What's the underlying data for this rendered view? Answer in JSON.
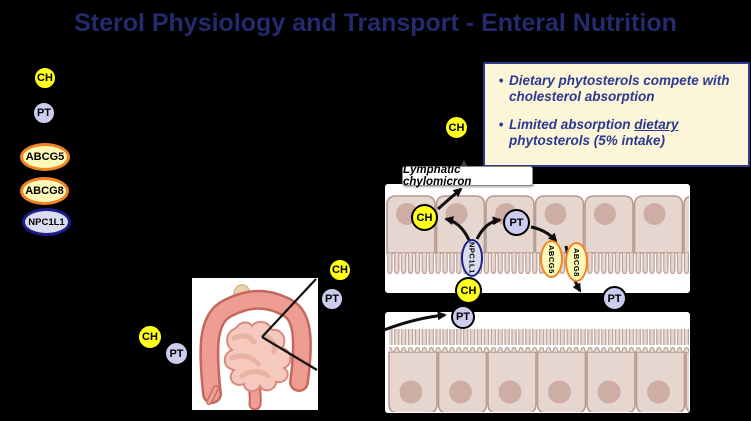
{
  "title": "Sterol Physiology and Transport - Enteral Nutrition",
  "molecules": {
    "ch": "CH",
    "pt": "PT",
    "abcg5": "ABCG5",
    "abcg8": "ABCG8",
    "npc1l1": "NPC1L1"
  },
  "info_box": {
    "bullet_glyph": "•",
    "bullet1": "Dietary phytosterols compete with cholesterol absorption",
    "bullet2_pre": "Limited absorption ",
    "bullet2_underline": "dietary",
    "bullet2_post": " phytosterols (5% intake)"
  },
  "annotation": {
    "lymphatic_chylomicron": "Lymphatic chylomicron"
  },
  "colors": {
    "background": "#000000",
    "title_navy": "#232a6d",
    "infobox_fill": "#fcf5d8",
    "infobox_navy": "#2b3990",
    "ch_yellow": "#ffff1e",
    "pt_lavender": "#ccccee",
    "transporter_orange_border": "#f58220",
    "transporter_yellow_fill": "#fdf9b8",
    "npc1l1_blue_border": "#1b1f8a",
    "cell_fill": "#e6d6d0",
    "cell_border": "#b79a90",
    "nucleus": "#cdada4"
  }
}
